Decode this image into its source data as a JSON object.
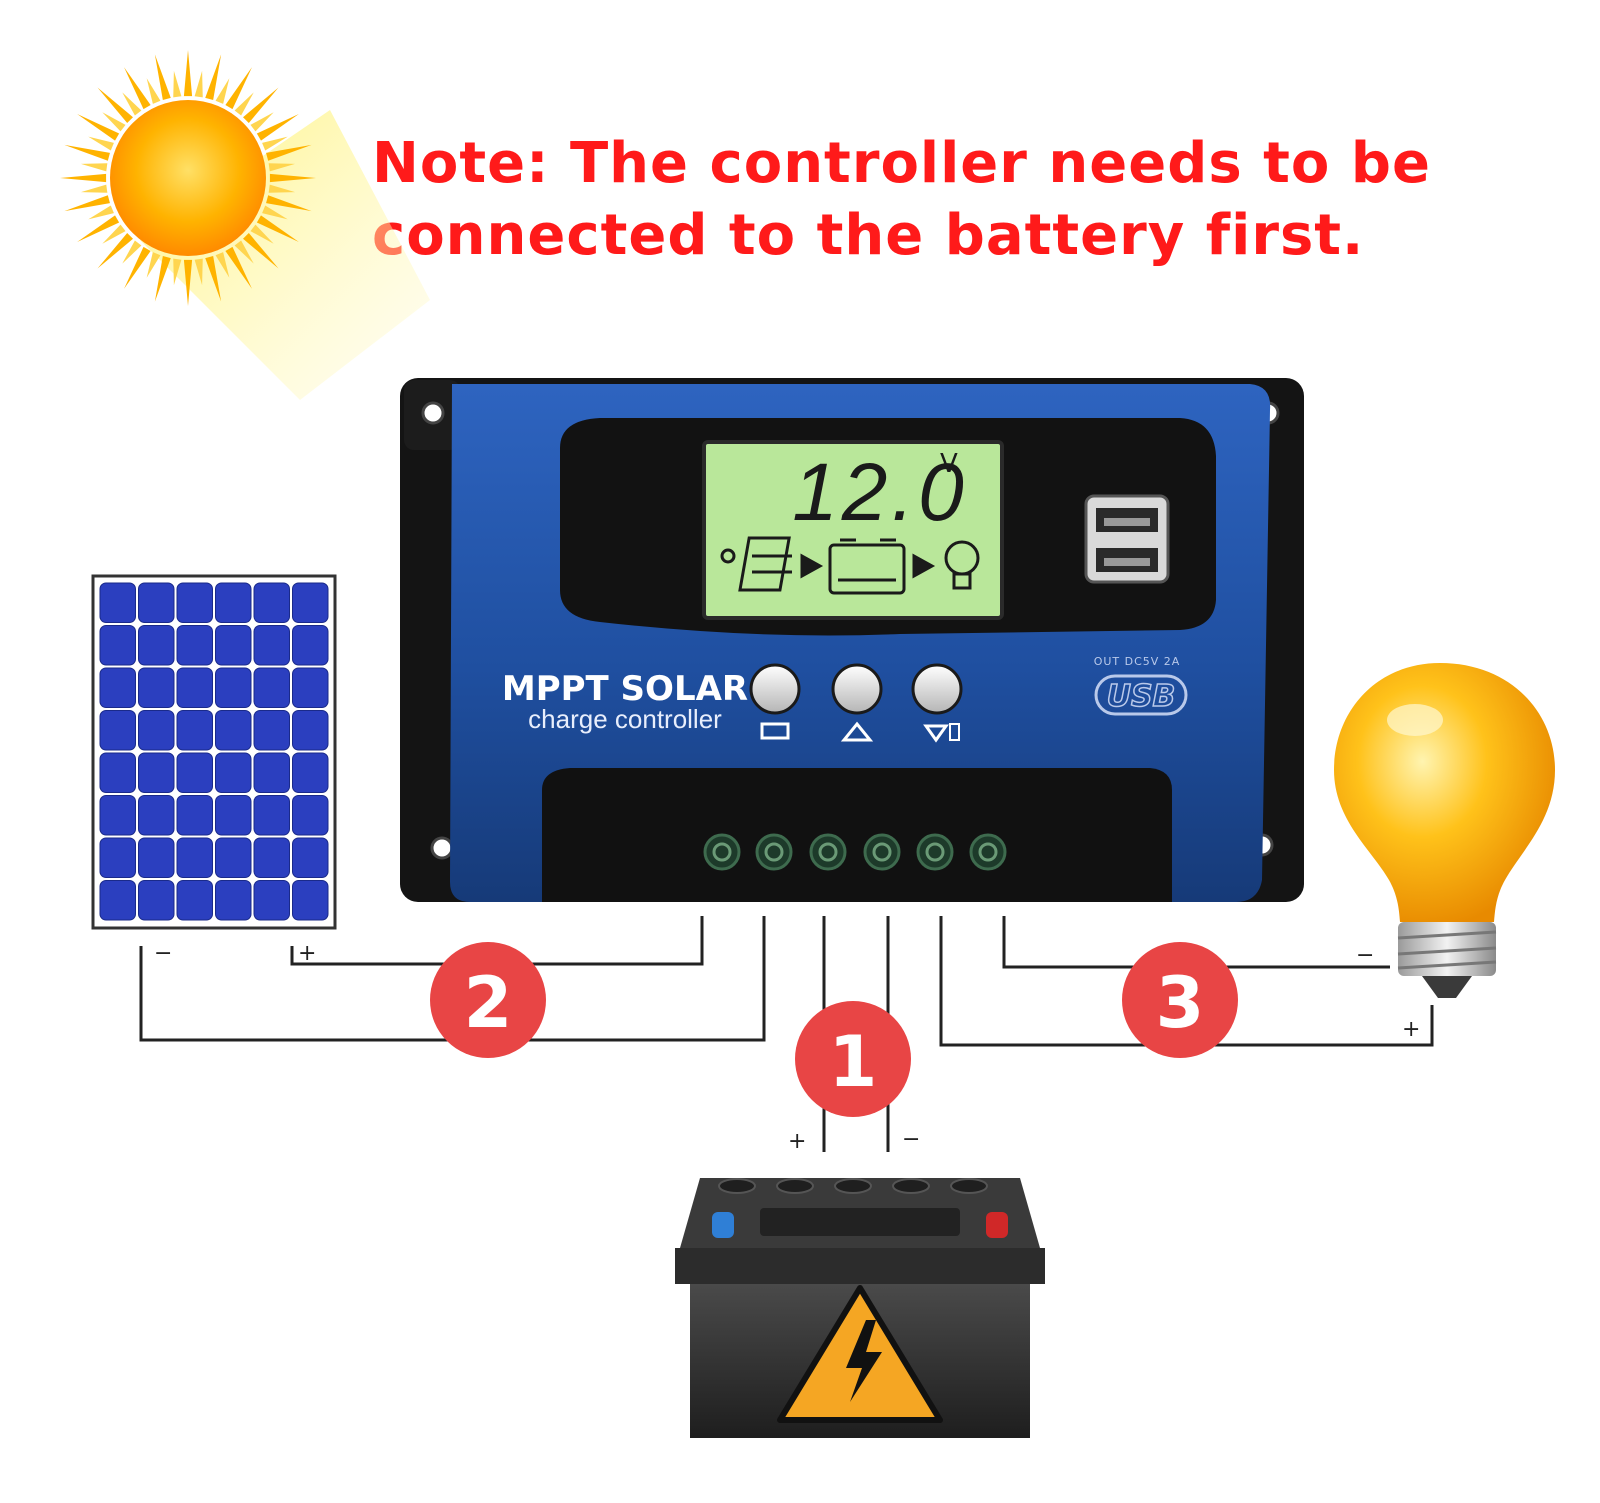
{
  "note": {
    "line1": "Note: The controller needs to be",
    "line2": "connected to the battery first."
  },
  "controller": {
    "display_value": "12.0",
    "display_unit": "V",
    "brand_line1": "MPPT SOLAR",
    "brand_line2": "charge controller",
    "usb_spec": "OUT DC5V 2A",
    "usb_label": "USB",
    "color_body": "#1f4fa0",
    "color_lcd": "#b9e79a"
  },
  "steps": [
    {
      "number": "1",
      "connects": "battery"
    },
    {
      "number": "2",
      "connects": "solar-panel"
    },
    {
      "number": "3",
      "connects": "load"
    }
  ],
  "polarity": {
    "panel_minus": "−",
    "panel_plus": "+",
    "battery_plus": "+",
    "battery_minus": "−",
    "load_minus": "−",
    "load_plus": "+"
  },
  "colors": {
    "note_text": "#ff1a1a",
    "step_badge": "#e84545"
  },
  "icons": [
    "sun-icon",
    "solar-panel-icon",
    "battery-icon",
    "light-bulb-icon",
    "high-voltage-warning-icon"
  ]
}
